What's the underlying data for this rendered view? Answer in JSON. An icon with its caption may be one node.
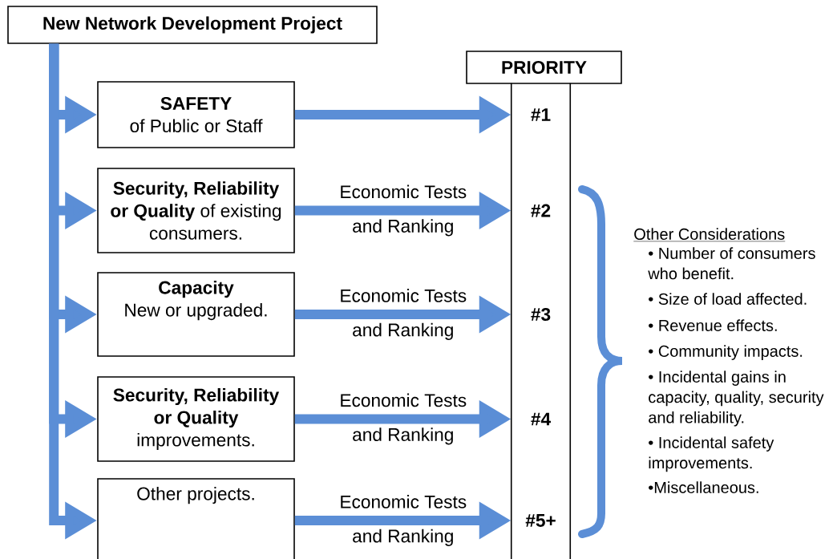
{
  "diagram": {
    "nodes": [
      {
        "text": [
          "New Network Development Project"
        ]
      },
      {
        "text": [
          "SAFETY",
          "of Public or Staff"
        ]
      },
      {
        "text": [
          "**Security, Reliability or Quality** of existing consumers."
        ]
      },
      {
        "text": [
          "Capacity",
          "New or upgraded."
        ]
      },
      {
        "text": [
          "Security, Reliability or Quality",
          "improvements."
        ]
      },
      {
        "text": [
          "Other projects."
        ]
      },
      {
        "text": [
          "PRIORITY"
        ]
      },
      {
        "text": [],
        "shape": "bar"
      },
      {
        "text": [
          "#1"
        ],
        "in": 7
      },
      {
        "text": [
          "#2"
        ],
        "in": 7
      },
      {
        "text": [
          "#3"
        ],
        "in": 7
      },
      {
        "text": [
          "#4"
        ],
        "in": 7
      },
      {
        "text": [
          "#5+"
        ],
        "in": 7
      }
    ],
    "edges": [
      {
        "from": 0,
        "to": 1,
        "arrow": "to"
      },
      {
        "from": 0,
        "to": 2,
        "arrow": "to"
      },
      {
        "from": 0,
        "to": 3,
        "arrow": "to"
      },
      {
        "from": 0,
        "to": 4,
        "arrow": "to"
      },
      {
        "from": 0,
        "to": 5,
        "arrow": "to"
      },
      {
        "from": 1,
        "to": 8,
        "arrow": "to"
      },
      {
        "from": 2,
        "to": 9,
        "arrow": "to",
        "label": "Economic Tests and Ranking"
      },
      {
        "from": 3,
        "to": 10,
        "arrow": "to",
        "label": "Economic Tests and Ranking"
      },
      {
        "from": 4,
        "to": 11,
        "arrow": "to",
        "label": "Economic Tests and Ranking"
      },
      {
        "from": 5,
        "to": 12,
        "arrow": "to",
        "label": "Economic Tests and Ranking"
      }
    ],
    "labels": [
      "Other Considerations",
      "• Number of consumers who benefit.",
      "• Size of load affected.",
      "• Revenue effects.",
      "• Community impacts.",
      "• Incidental gains in capacity, quality, security and reliability.",
      "• Incidental safety improvements.",
      "•Miscellaneous."
    ]
  }
}
